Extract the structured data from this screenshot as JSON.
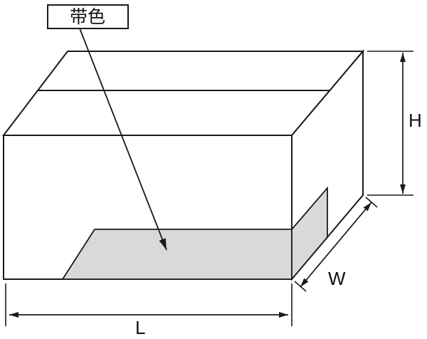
{
  "diagram": {
    "title_hint": "carton-box-dimension-diagram",
    "callout": {
      "label": "带色"
    },
    "dimensions": {
      "height": "H",
      "width": "W",
      "length": "L"
    },
    "colors": {
      "line": "#1a1a1a",
      "band_fill": "#d9d9d9",
      "background": "#ffffff"
    }
  }
}
